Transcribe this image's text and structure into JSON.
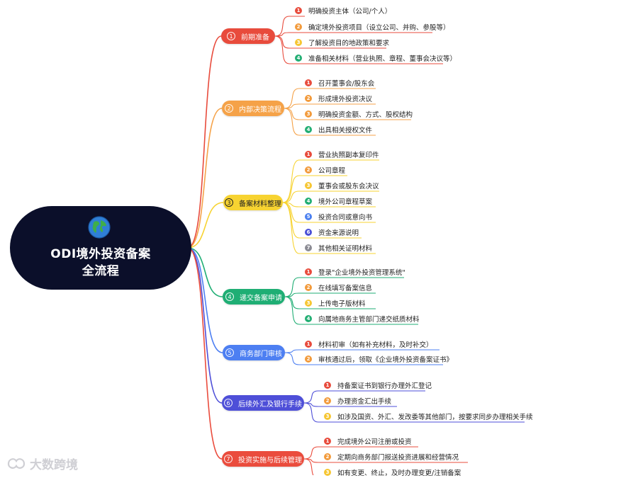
{
  "root": {
    "title_line1": "ODI境外投资备案",
    "title_line2": "全流程",
    "icon": "globe-icon",
    "bg": "#0b0f2a"
  },
  "branches": [
    {
      "num": "①",
      "label": "前期准备",
      "color": "#e84b3c",
      "items": [
        {
          "num": "1",
          "text": "明确投资主体（公司/个人）",
          "badge_color": "#e84b3c"
        },
        {
          "num": "2",
          "text": "确定境外投资项目（设立公司、并购、参股等）",
          "badge_color": "#f29a3b"
        },
        {
          "num": "3",
          "text": "了解投资目的地政策和要求",
          "badge_color": "#f6c632"
        },
        {
          "num": "4",
          "text": "准备相关材料（营业执照、章程、董事会决议等）",
          "badge_color": "#22ae73"
        }
      ]
    },
    {
      "num": "②",
      "label": "内部决策流程",
      "color": "#f5a248",
      "items": [
        {
          "num": "1",
          "text": "召开董事会/股东会",
          "badge_color": "#e84b3c"
        },
        {
          "num": "2",
          "text": "形成境外投资决议",
          "badge_color": "#f29a3b"
        },
        {
          "num": "3",
          "text": "明确投资金额、方式、股权结构",
          "badge_color": "#f29a3b"
        },
        {
          "num": "4",
          "text": "出具相关授权文件",
          "badge_color": "#22ae73"
        }
      ]
    },
    {
      "num": "③",
      "label": "备案材料整理",
      "color": "#f7d331",
      "items": [
        {
          "num": "1",
          "text": "营业执照副本复印件",
          "badge_color": "#e84b3c"
        },
        {
          "num": "2",
          "text": "公司章程",
          "badge_color": "#f29a3b"
        },
        {
          "num": "3",
          "text": "董事会或股东会决议",
          "badge_color": "#f6c632"
        },
        {
          "num": "4",
          "text": "境外公司章程草案",
          "badge_color": "#22ae73"
        },
        {
          "num": "5",
          "text": "投资合同或意向书",
          "badge_color": "#4a7ff0"
        },
        {
          "num": "6",
          "text": "资金来源说明",
          "badge_color": "#4a4fd6"
        },
        {
          "num": "7",
          "text": "其他相关证明材料",
          "badge_color": "#8b8b93"
        }
      ]
    },
    {
      "num": "④",
      "label": "递交备案申请",
      "color": "#1fae74",
      "items": [
        {
          "num": "1",
          "text": "登录\"企业境外投资管理系统\"",
          "badge_color": "#e84b3c"
        },
        {
          "num": "2",
          "text": "在线填写备案信息",
          "badge_color": "#f29a3b"
        },
        {
          "num": "3",
          "text": "上传电子版材料",
          "badge_color": "#f6c632"
        },
        {
          "num": "4",
          "text": "向属地商务主管部门递交纸质材料",
          "badge_color": "#22ae73"
        }
      ]
    },
    {
      "num": "⑤",
      "label": "商务部门审核",
      "color": "#4d7ff2",
      "items": [
        {
          "num": "1",
          "text": "材料初审（如有补充材料，及时补交）",
          "badge_color": "#e84b3c"
        },
        {
          "num": "2",
          "text": "审核通过后，领取《企业境外投资备案证书》",
          "badge_color": "#f29a3b"
        }
      ]
    },
    {
      "num": "⑥",
      "label": "后续外汇及银行手续",
      "color": "#4e4fd8",
      "items": [
        {
          "num": "1",
          "text": "持备案证书到银行办理外汇登记",
          "badge_color": "#e84b3c"
        },
        {
          "num": "2",
          "text": "办理资金汇出手续",
          "badge_color": "#f29a3b"
        },
        {
          "num": "3",
          "text": "如涉及国资、外汇、发改委等其他部门，按要求同步办理相关手续",
          "badge_color": "#f6c632"
        }
      ]
    },
    {
      "num": "⑦",
      "label": "投资实施与后续管理",
      "color": "#ea4c3d",
      "items": [
        {
          "num": "1",
          "text": "完成境外公司注册或投资",
          "badge_color": "#e84b3c"
        },
        {
          "num": "2",
          "text": "定期向商务部门报送投资进展和经营情况",
          "badge_color": "#f29a3b"
        },
        {
          "num": "3",
          "text": "如有变更、终止，及时办理变更/注销备案",
          "badge_color": "#f6c632"
        }
      ]
    }
  ],
  "watermark": {
    "text": "大数跨境",
    "icon": "watermark-logo-icon"
  }
}
